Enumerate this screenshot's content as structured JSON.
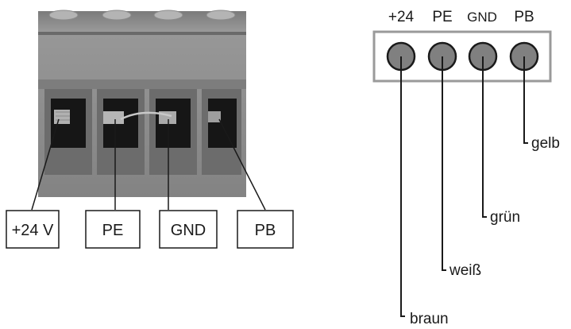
{
  "left_terminal": {
    "labels": [
      "+24 V",
      "PE",
      "GND",
      "PB"
    ]
  },
  "right_connector": {
    "pins": [
      "+24",
      "PE",
      "GND",
      "PB"
    ],
    "wires": [
      "braun",
      "weiß",
      "grün",
      "gelb"
    ]
  },
  "colors": {
    "block_body": "#8f8f8f",
    "block_dark": "#6e6e6e",
    "pin_fill": "#808080",
    "line": "#1a1a1a"
  }
}
